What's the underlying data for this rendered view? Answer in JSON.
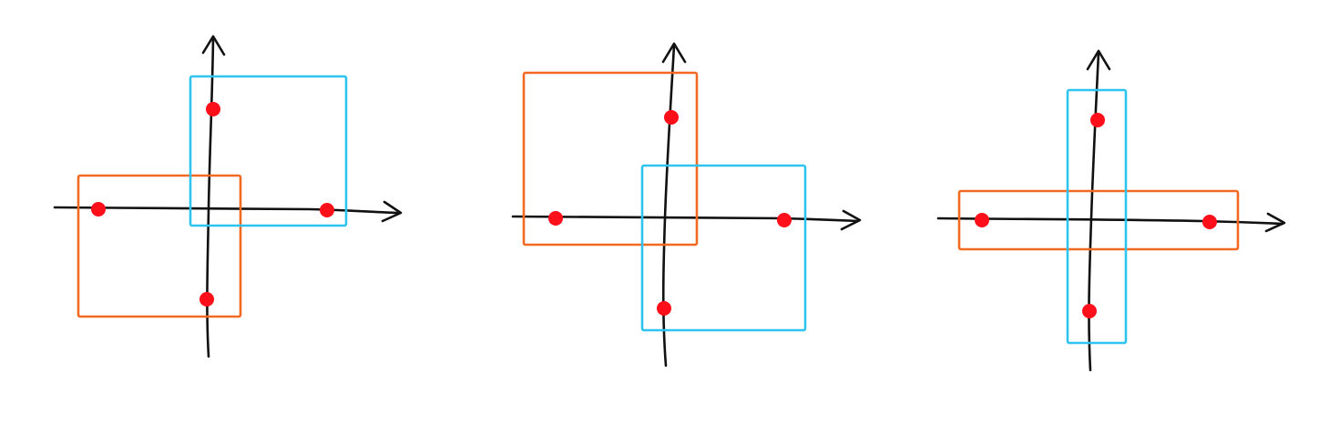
{
  "colors": {
    "axis": "#111111",
    "orange_box": "#f26a21",
    "blue_box": "#2ec4ef",
    "point": "#ff0f1a"
  },
  "panels": [
    {
      "name": "panel-left",
      "description_free": true,
      "boxes": [
        {
          "name": "orange-box",
          "color_key": "orange_box"
        },
        {
          "name": "blue-box",
          "color_key": "blue_box"
        }
      ],
      "points": 4
    },
    {
      "name": "panel-middle",
      "boxes": [
        {
          "name": "orange-box",
          "color_key": "orange_box"
        },
        {
          "name": "blue-box",
          "color_key": "blue_box"
        }
      ],
      "points": 4
    },
    {
      "name": "panel-right",
      "boxes": [
        {
          "name": "orange-box",
          "color_key": "orange_box"
        },
        {
          "name": "blue-box",
          "color_key": "blue_box"
        }
      ],
      "points": 4
    }
  ]
}
